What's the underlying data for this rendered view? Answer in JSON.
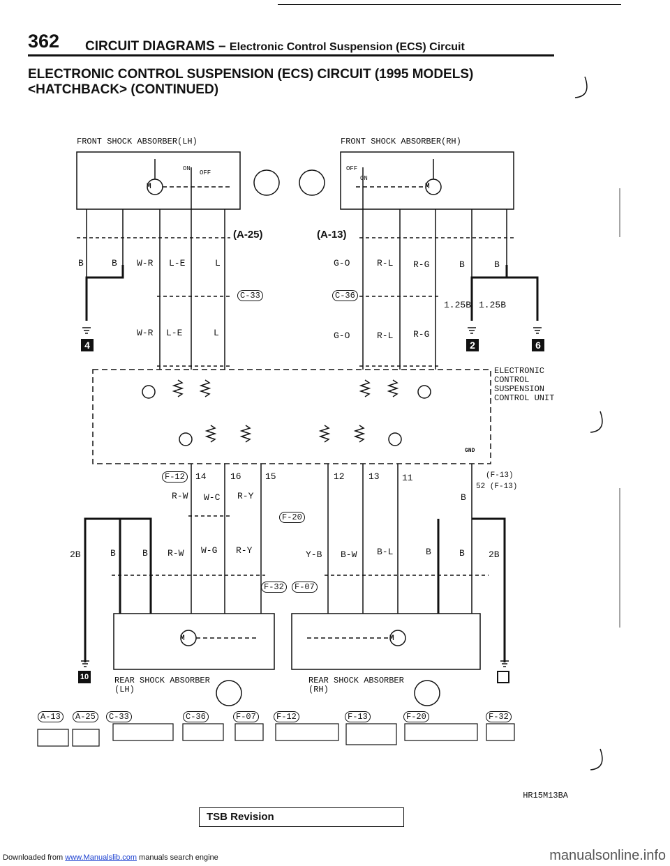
{
  "header": {
    "page_number": "362",
    "title": "CIRCUIT DIAGRAMS –",
    "subtitle": "Electronic Control Suspension (ECS) Circuit"
  },
  "section": {
    "line1": "ELECTRONIC CONTROL SUSPENSION (ECS) CIRCUIT (1995 MODELS)",
    "line2": "<HATCHBACK> (CONTINUED)"
  },
  "components": {
    "front_lh": "FRONT SHOCK ABSORBER(LH)",
    "front_rh": "FRONT SHOCK ABSORBER(RH)",
    "ecu_lines": [
      "ELECTRONIC",
      "CONTROL",
      "SUSPENSION",
      "CONTROL UNIT"
    ],
    "rear_lh": [
      "REAR SHOCK ABSORBER",
      "(LH)"
    ],
    "rear_rh": [
      "REAR SHOCK ABSORBER",
      "(RH)"
    ],
    "gnd": "GND"
  },
  "switch_labels": {
    "on": "ON",
    "off": "OFF",
    "motor": "M"
  },
  "connectors": {
    "a25": "(A-25)",
    "a13": "(A-13)",
    "c33": "C-33",
    "c36": "C-36",
    "f12": "F-12",
    "f13": "(F-13)",
    "f20": "F-20",
    "f07": "F-07",
    "f32": "F-32",
    "legend": [
      "A-13",
      "A-25",
      "C-33",
      "C-36",
      "F-07",
      "F-12",
      "F-13",
      "F-20",
      "F-32"
    ]
  },
  "wires_front_lh": [
    "B",
    "B",
    "W-R",
    "L-E",
    "L"
  ],
  "wires_front_rh": [
    "G-O",
    "R-L",
    "R-G",
    "B",
    "B"
  ],
  "wires_front_lh_lower": [
    "W-R",
    "L-E",
    "L"
  ],
  "wires_front_rh_lower": [
    "G-O",
    "R-L",
    "R-G"
  ],
  "wire_gauge": [
    "1.25B",
    "1.25B"
  ],
  "wires_mid": [
    "R-W",
    "W-C",
    "R-Y",
    "B"
  ],
  "wires_rear": [
    "B",
    "B",
    "R-W",
    "W-G",
    "R-Y",
    "Y-B",
    "B-W",
    "B-L",
    "B",
    "B"
  ],
  "gauge_rear": [
    "2B",
    "2B"
  ],
  "ecu_pins": [
    "14",
    "16",
    "15",
    "12",
    "13",
    "11",
    "52 (F-13)"
  ],
  "grounds": [
    "4",
    "2",
    "6",
    "10"
  ],
  "drawing_code": "HR15M13BA",
  "tsb": "TSB Revision",
  "footer": {
    "prefix": "Downloaded from",
    "link": "www.Manualslib.com",
    "suffix": "manuals search engine",
    "right": "manualsonline.info"
  }
}
